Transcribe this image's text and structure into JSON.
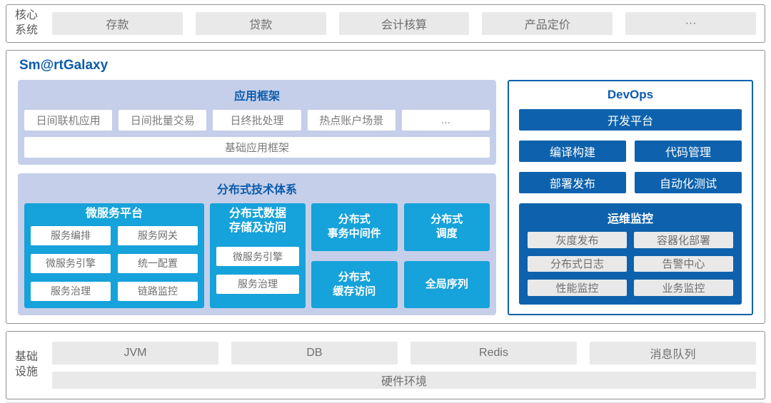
{
  "colors": {
    "accent_blue": "#0b5cad",
    "dark_blue": "#0e62ad",
    "cyan": "#16a2da",
    "panel_blue": "#c5cfe9",
    "gray_box": "#e9e9e9",
    "gray_text": "#6f6f6f"
  },
  "core_systems": {
    "label": "核心系统",
    "items": [
      "存款",
      "贷款",
      "会计核算",
      "产品定价",
      "···"
    ]
  },
  "platform": {
    "title": "Sm@rtGalaxy",
    "app_framework": {
      "title": "应用框架",
      "items": [
        "日间联机应用",
        "日间批量交易",
        "日终批处理",
        "热点账户场景",
        "..."
      ],
      "base_item": "基础应用框架"
    },
    "distributed": {
      "title": "分布式技术体系",
      "microservice_platform": {
        "title": "微服务平台",
        "items": [
          "服务编排",
          "服务网关",
          "微服务引擎",
          "统一配置",
          "服务治理",
          "链路监控"
        ]
      },
      "data_storage": {
        "title": "分布式数据\n存储及访问",
        "items": [
          "微服务引擎",
          "服务治理"
        ]
      },
      "blocks": [
        "分布式\n事务中间件",
        "分布式\n调度",
        "分布式\n缓存访问",
        "全局序列"
      ]
    },
    "devops": {
      "title": "DevOps",
      "dev_platform": "开发平台",
      "tools": [
        "编译构建",
        "代码管理",
        "部署发布",
        "自动化测试"
      ],
      "ops_monitor": {
        "title": "运维监控",
        "items": [
          "灰度发布",
          "容器化部署",
          "分布式日志",
          "告警中心",
          "性能监控",
          "业务监控"
        ]
      }
    }
  },
  "infrastructure": {
    "label": "基础设施",
    "items": [
      "JVM",
      "DB",
      "Redis",
      "消息队列"
    ],
    "base_item": "硬件环境"
  }
}
